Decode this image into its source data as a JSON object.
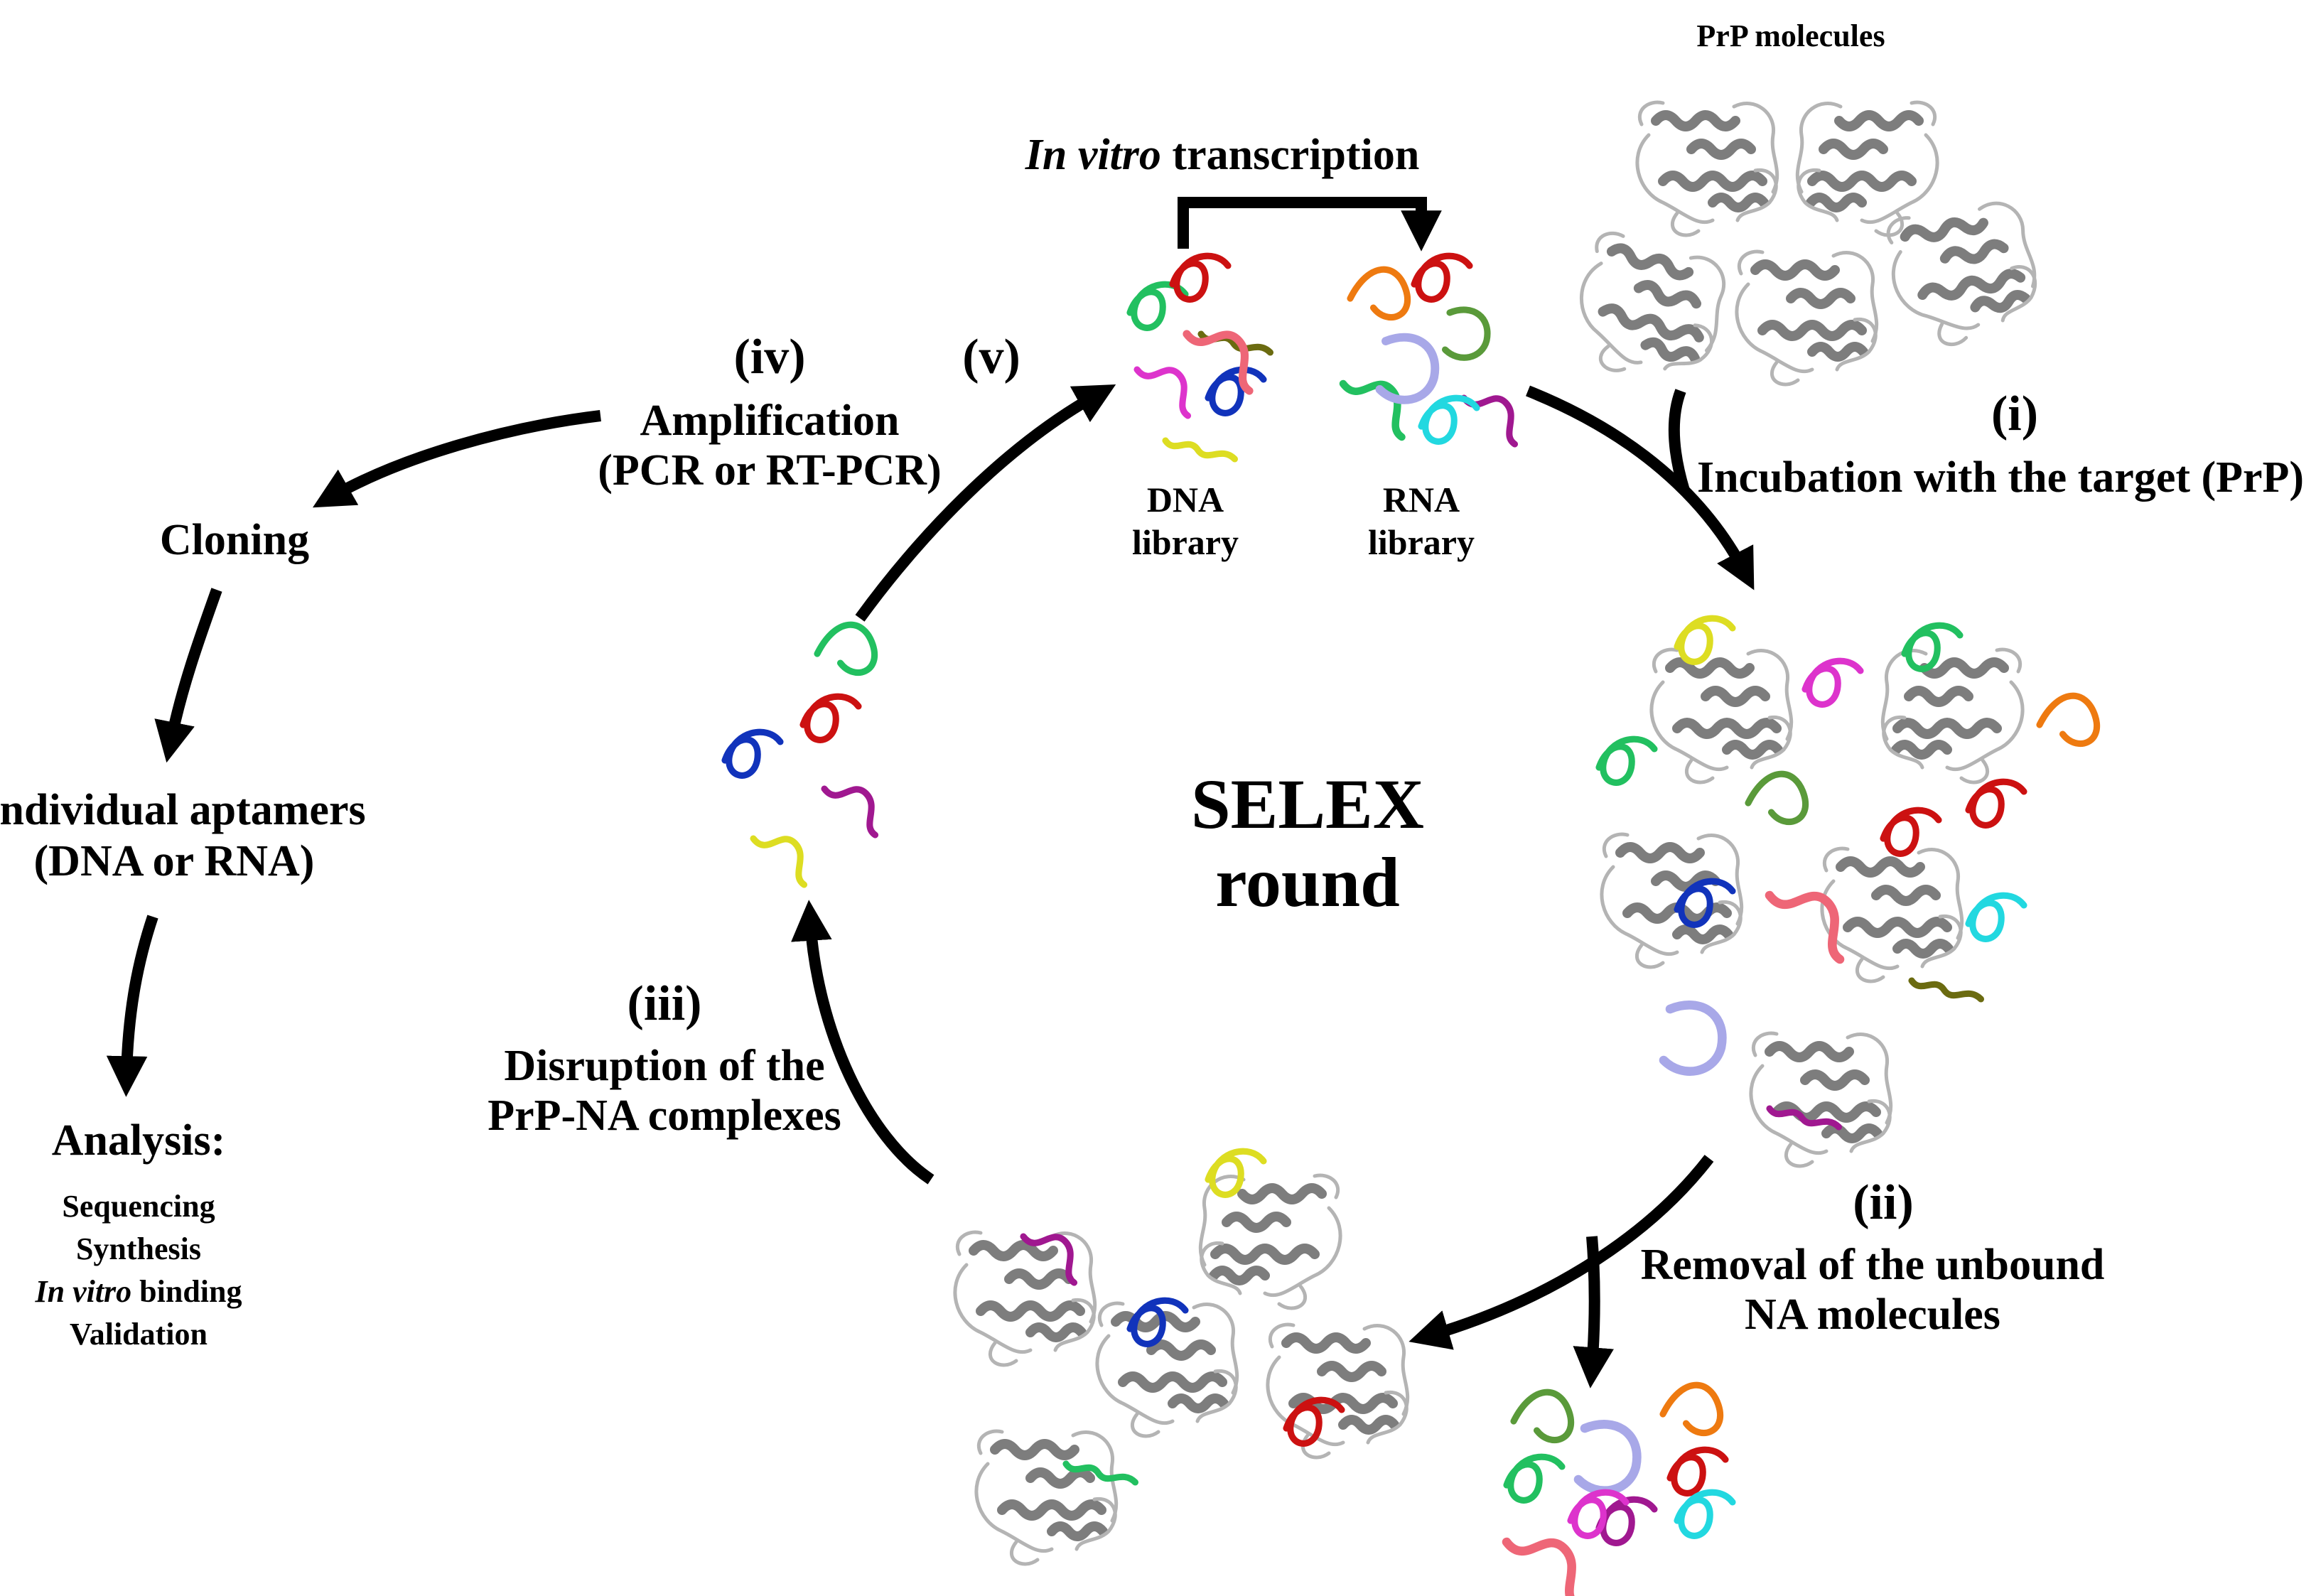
{
  "diagram": {
    "center_title": [
      "SELEX",
      "round"
    ],
    "prp_label": "PrP molecules",
    "in_vitro_italic": "In vitro",
    "transcription_rest": " transcription",
    "dna_library": [
      "DNA",
      "library"
    ],
    "rna_library": [
      "RNA",
      "library"
    ],
    "step_i": {
      "numeral": "(i)",
      "text": "Incubation with the target (PrP)"
    },
    "step_ii": {
      "numeral": "(ii)",
      "text": [
        "Removal of the unbound",
        "NA molecules"
      ]
    },
    "step_iii": {
      "numeral": "(iii)",
      "text": [
        "Disruption of the",
        "PrP-NA complexes"
      ]
    },
    "step_iv": {
      "numeral": "(iv)",
      "text": [
        "Amplification",
        "(PCR or RT-PCR)"
      ]
    },
    "step_v": {
      "numeral": "(v)"
    },
    "cloning": "Cloning",
    "aptamers": [
      "Individual aptamers",
      "(DNA or RNA)"
    ],
    "analysis_title": "Analysis:",
    "analysis_items": [
      "Sequencing",
      "Synthesis"
    ],
    "analysis_binding_italic": "In vitro",
    "analysis_binding_rest": " binding",
    "analysis_last": "Validation",
    "strand_colors": [
      "#22c060",
      "#cc1111",
      "#ee7a10",
      "#5a9a3a",
      "#1133bb",
      "#dd33cc",
      "#a01890",
      "#dddd22",
      "#6b6b10",
      "#22d8e0",
      "#ee6677",
      "#a8a8e8"
    ]
  }
}
